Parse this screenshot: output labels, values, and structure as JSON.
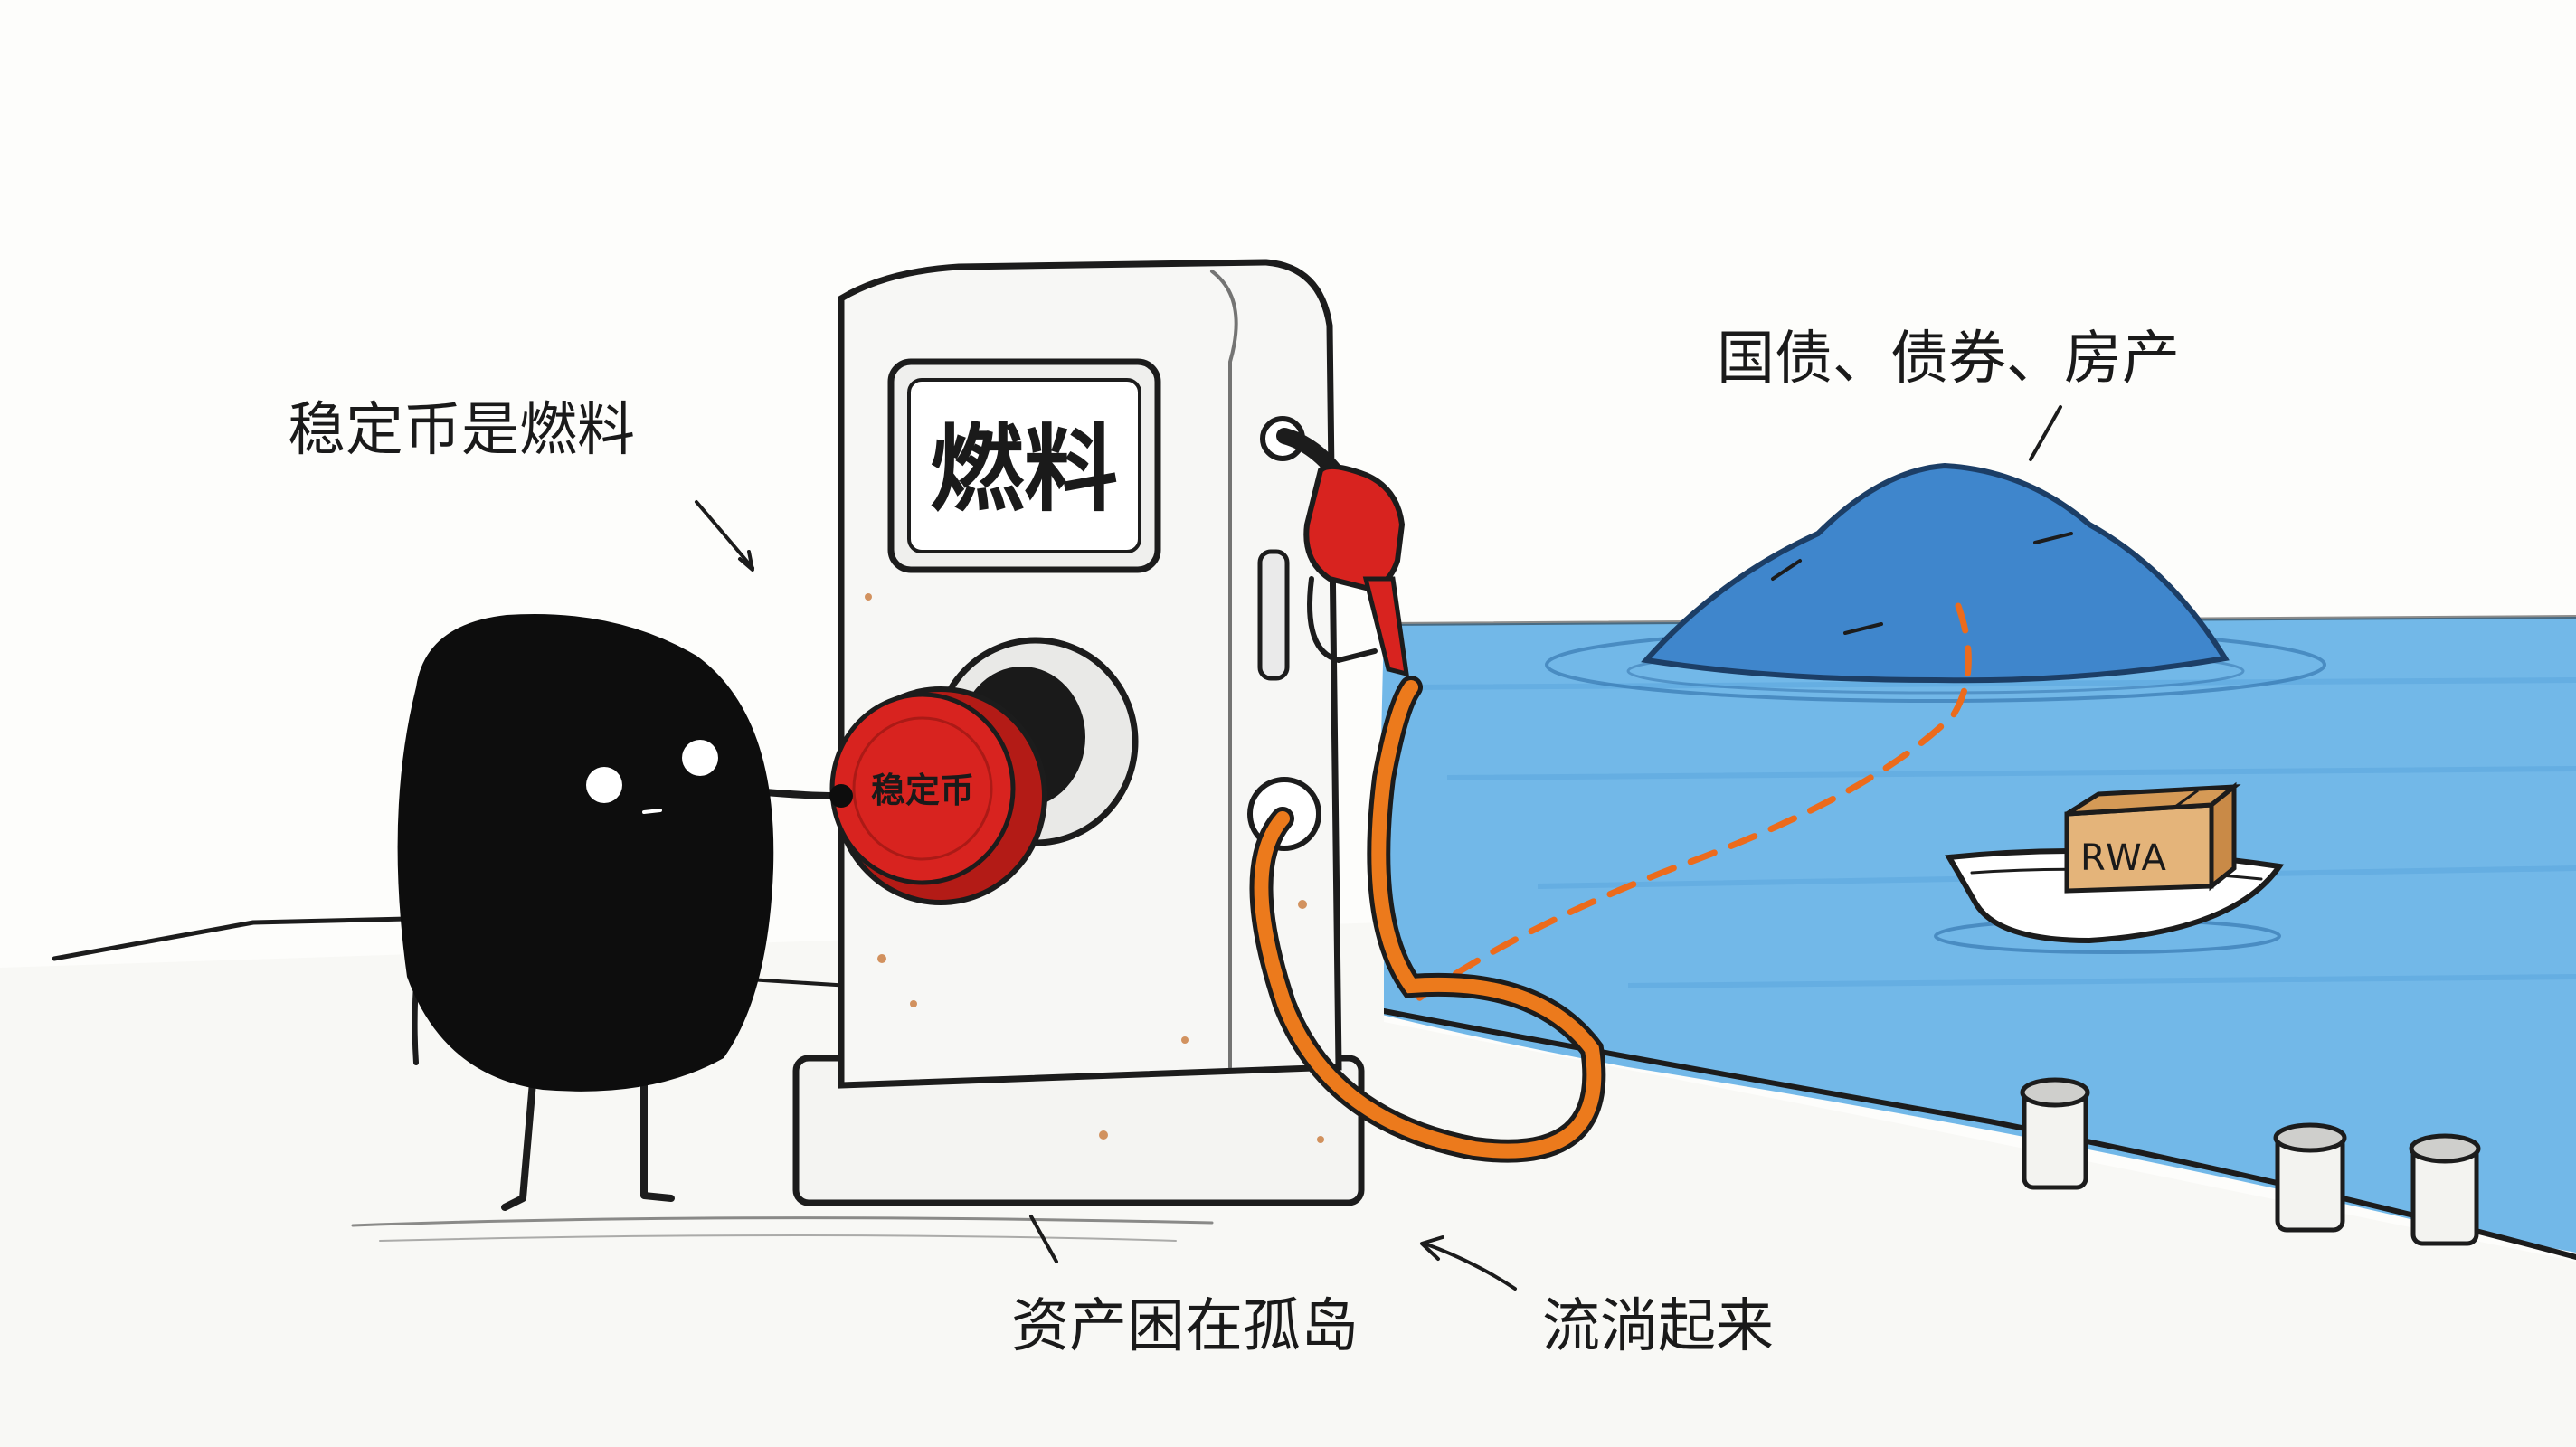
{
  "annotations": {
    "stablecoin_fuel": "稳定币是燃料",
    "treasuries_bonds_property": "国债、债券、房产",
    "assets_stuck_on_island": "资产困在孤岛",
    "start_flowing": "流淌起来"
  },
  "pump": {
    "display_label": "燃料",
    "cap_label": "稳定币"
  },
  "boat": {
    "crate_label": "RWA"
  },
  "colors": {
    "fuel_red": "#d8231f",
    "hose_orange": "#ec7a1c",
    "sea_blue": "#66b2e6",
    "island_blue": "#3f86cc",
    "character_black": "#0d0d0d"
  }
}
